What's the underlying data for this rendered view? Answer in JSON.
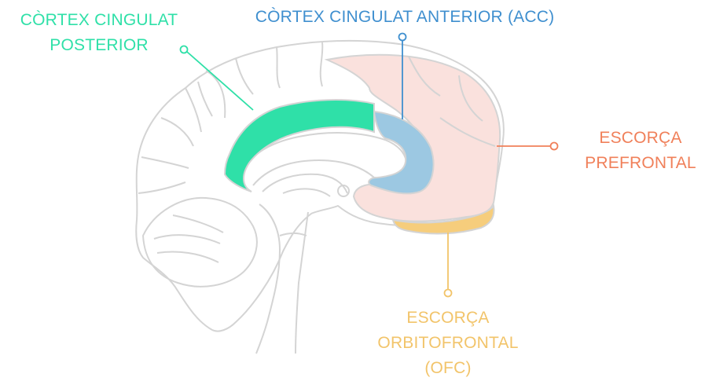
{
  "labels": {
    "posterior_cingulate": {
      "line1": "CÒRTEX CINGULAT",
      "line2": "POSTERIOR"
    },
    "anterior_cingulate": {
      "line1": "CÒRTEX CINGULAT ANTERIOR (ACC)"
    },
    "prefrontal": {
      "line1": "ESCORÇA",
      "line2": "PREFRONTAL"
    },
    "orbitofrontal": {
      "line1": "ESCORÇA",
      "line2": "ORBITOFRONTAL",
      "line3": "(OFC)"
    }
  },
  "colors": {
    "posterior_cingulate": "#2fe0a8",
    "anterior_cingulate": "#3f8fcf",
    "acc_region": "#9cc8e2",
    "prefrontal": "#f0805a",
    "prefrontal_region": "#fae1dd",
    "orbitofrontal": "#f2c46a",
    "outline": "#d0d0d0"
  }
}
